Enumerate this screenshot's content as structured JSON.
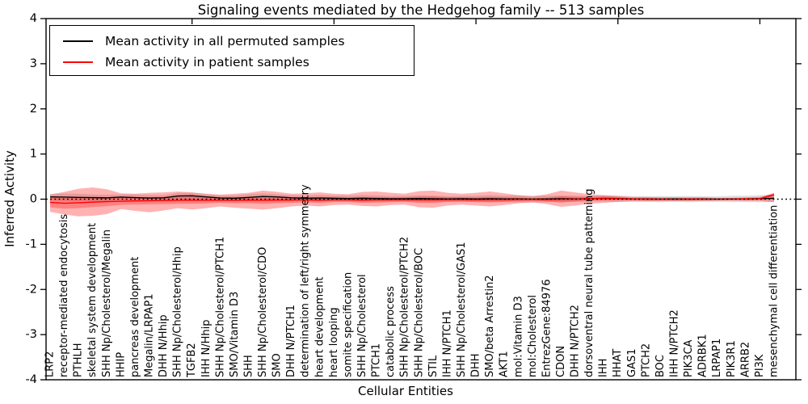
{
  "title": "Signaling events mediated by the Hedgehog family -- 513 samples",
  "legend": {
    "items": [
      {
        "label": "Mean activity in all permuted samples",
        "color": "#000000"
      },
      {
        "label": "Mean activity in patient samples",
        "color": "#ff0000"
      }
    ]
  },
  "chart_data": {
    "type": "line",
    "title": "Signaling events mediated by the Hedgehog family -- 513 samples",
    "xlabel": "Cellular Entities",
    "ylabel": "Inferred Activity",
    "ylim": [
      -4,
      4
    ],
    "yticks": [
      -4,
      -3,
      -2,
      -1,
      0,
      1,
      2,
      3,
      4
    ],
    "top_tick_indices": [
      10,
      20,
      30,
      40,
      50
    ],
    "grid": false,
    "legend_position": "upper left",
    "zero_line": "dotted-black",
    "colors": {
      "permuted_line": "#000000",
      "patient_line": "#ff0000",
      "patient_band": "rgba(255,0,0,0.30)",
      "patient_inner_band": "rgba(255,0,0,0.28)",
      "permuted_band": "rgba(0,0,0,0.13)"
    },
    "categories": [
      "LRP2",
      "receptor-mediated endocytosis",
      "PTHLH",
      "skeletal system development",
      "SHH Np/Cholesterol/Megalin",
      "HHIP",
      "pancreas development",
      "Megalin/LRPAP1",
      "DHH N/Hhip",
      "SHH Np/Cholesterol/Hhip",
      "TGFB2",
      "IHH N/Hhip",
      "SHH Np/Cholesterol/PTCH1",
      "SMO/Vitamin D3",
      "SHH",
      "SHH Np/Cholesterol/CDO",
      "SMO",
      "DHH N/PTCH1",
      "determination of left/right symmetry",
      "heart development",
      "heart looping",
      "somite specification",
      "SHH Np/Cholesterol",
      "PTCH1",
      "catabolic process",
      "SHH Np/Cholesterol/PTCH2",
      "SHH Np/Cholesterol/BOC",
      "STIL",
      "IHH N/PTCH1",
      "SHH Np/Cholesterol/GAS1",
      "DHH",
      "SMO/beta Arrestin2",
      "AKT1",
      "mol:Vitamin D3",
      "mol:Cholesterol",
      "EntrezGene:84976",
      "CDON",
      "DHH N/PTCH2",
      "dorsoventral neural tube patterning",
      "IHH",
      "HHAT",
      "GAS1",
      "PTCH2",
      "BOC",
      "IHH N/PTCH2",
      "PIK3CA",
      "ADRBK1",
      "LRPAP1",
      "PIK3R1",
      "ARRB2",
      "PI3K",
      "mesenchymal cell differentiation"
    ],
    "series": [
      {
        "name": "Mean activity in all permuted samples",
        "values": [
          0.05,
          0.045,
          0.04,
          0.035,
          0.03,
          0.045,
          0.035,
          0.025,
          0.03,
          0.07,
          0.075,
          0.05,
          0.025,
          0.02,
          0.04,
          0.06,
          0.05,
          0.03,
          0.02,
          0.025,
          0.02,
          0.015,
          0.02,
          0.015,
          0.01,
          0.01,
          0.015,
          0.01,
          0.005,
          0.01,
          0.005,
          0.01,
          0.005,
          0.005,
          0.0,
          0.005,
          0.01,
          0.005,
          0.01,
          0.015,
          0.01,
          0.005,
          0.005,
          0.0,
          0.005,
          0.0,
          0.005,
          0.0,
          0.005,
          0.005,
          0.01,
          0.02
        ]
      },
      {
        "name": "Mean activity in patient samples",
        "values": [
          -0.07,
          -0.09,
          -0.08,
          -0.065,
          -0.055,
          -0.045,
          -0.04,
          -0.035,
          -0.03,
          -0.025,
          -0.02,
          -0.025,
          -0.02,
          -0.025,
          -0.02,
          -0.025,
          -0.02,
          -0.02,
          -0.015,
          -0.02,
          -0.015,
          -0.015,
          -0.02,
          -0.015,
          -0.015,
          -0.01,
          -0.015,
          -0.015,
          -0.01,
          -0.01,
          -0.015,
          -0.01,
          -0.01,
          -0.005,
          -0.005,
          -0.01,
          -0.005,
          0.0,
          0.01,
          0.02,
          0.015,
          0.005,
          0.0,
          0.0,
          -0.005,
          0.0,
          0.0,
          -0.005,
          0.0,
          0.005,
          0.01,
          0.1
        ]
      }
    ],
    "permuted_band_halfwidth": [
      0.07,
      0.08,
      0.08,
      0.07,
      0.07,
      0.06,
      0.07,
      0.07,
      0.06,
      0.07,
      0.07,
      0.06,
      0.06,
      0.06,
      0.07,
      0.07,
      0.06,
      0.06,
      0.06,
      0.07,
      0.06,
      0.06,
      0.07,
      0.07,
      0.06,
      0.06,
      0.07,
      0.07,
      0.06,
      0.06,
      0.07,
      0.08,
      0.07,
      0.08,
      0.08,
      0.07,
      0.07,
      0.07,
      0.06,
      0.07,
      0.07,
      0.06,
      0.06,
      0.07,
      0.06,
      0.07,
      0.06,
      0.06,
      0.07,
      0.07,
      0.08,
      0.08
    ],
    "patient_band_upper": [
      0.1,
      0.16,
      0.23,
      0.26,
      0.22,
      0.13,
      0.12,
      0.14,
      0.15,
      0.17,
      0.15,
      0.12,
      0.1,
      0.12,
      0.14,
      0.19,
      0.16,
      0.12,
      0.13,
      0.15,
      0.12,
      0.11,
      0.16,
      0.17,
      0.14,
      0.12,
      0.18,
      0.19,
      0.14,
      0.12,
      0.14,
      0.17,
      0.13,
      0.09,
      0.06,
      0.11,
      0.19,
      0.15,
      0.11,
      0.09,
      0.07,
      0.05,
      0.05,
      0.04,
      0.04,
      0.04,
      0.04,
      0.03,
      0.03,
      0.04,
      0.05,
      0.13
    ],
    "patient_band_lower": [
      -0.28,
      -0.34,
      -0.38,
      -0.37,
      -0.33,
      -0.22,
      -0.26,
      -0.29,
      -0.25,
      -0.2,
      -0.23,
      -0.2,
      -0.16,
      -0.19,
      -0.21,
      -0.23,
      -0.2,
      -0.16,
      -0.14,
      -0.16,
      -0.13,
      -0.12,
      -0.15,
      -0.16,
      -0.13,
      -0.12,
      -0.18,
      -0.19,
      -0.14,
      -0.12,
      -0.14,
      -0.16,
      -0.13,
      -0.09,
      -0.07,
      -0.11,
      -0.17,
      -0.14,
      -0.1,
      -0.08,
      -0.06,
      -0.05,
      -0.05,
      -0.04,
      -0.04,
      -0.04,
      -0.04,
      -0.03,
      -0.03,
      -0.04,
      -0.04,
      -0.07
    ],
    "patient_inner_halfwidth": [
      0.11,
      0.12,
      0.12,
      0.11,
      0.1,
      0.08,
      0.08,
      0.08,
      0.08,
      0.08,
      0.08,
      0.07,
      0.06,
      0.07,
      0.07,
      0.08,
      0.07,
      0.06,
      0.06,
      0.06,
      0.05,
      0.05,
      0.06,
      0.06,
      0.05,
      0.05,
      0.07,
      0.07,
      0.05,
      0.05,
      0.05,
      0.06,
      0.05,
      0.04,
      0.03,
      0.04,
      0.07,
      0.05,
      0.04,
      0.04,
      0.03,
      0.02,
      0.02,
      0.02,
      0.02,
      0.02,
      0.02,
      0.015,
      0.015,
      0.02,
      0.02,
      0.04
    ]
  }
}
